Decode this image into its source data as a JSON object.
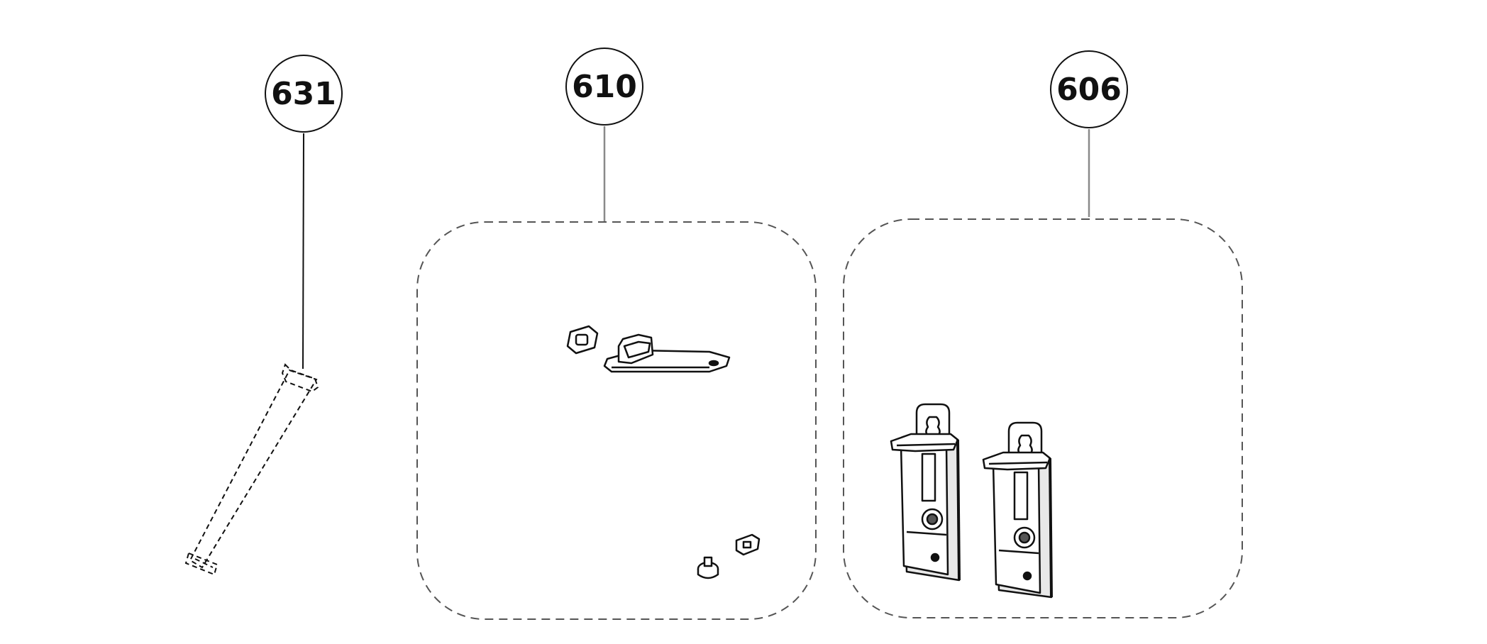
{
  "diagram": {
    "callouts": [
      {
        "id": "631",
        "label": "631"
      },
      {
        "id": "610",
        "label": "610"
      },
      {
        "id": "606",
        "label": "606"
      }
    ],
    "colors": {
      "ink": "#111111",
      "leader_line": "#8a8a8a",
      "dashed_outline": "#555555",
      "background": "#ffffff"
    },
    "icons": {
      "631": "rod-part-icon",
      "610": "hinge-bracket-kit-icon",
      "606": "mounting-bracket-pair-icon"
    }
  }
}
